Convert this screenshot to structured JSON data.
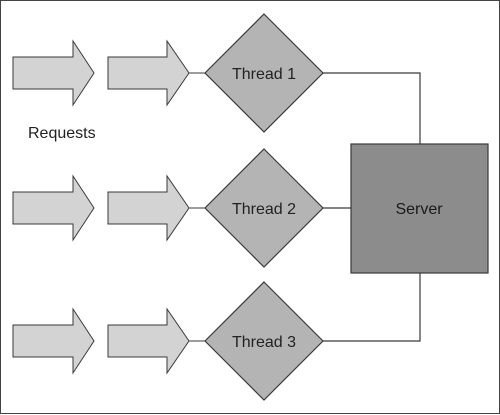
{
  "requests_label": "Requests",
  "server_label": "Server",
  "threads": [
    {
      "label": "Thread 1"
    },
    {
      "label": "Thread 2"
    },
    {
      "label": "Thread 3"
    }
  ],
  "colors": {
    "arrow_fill": "#d3d3d3",
    "diamond_fill": "#b4b4b4",
    "server_fill": "#8c8c8c",
    "stroke": "#3a3a3a",
    "text": "#222222"
  }
}
